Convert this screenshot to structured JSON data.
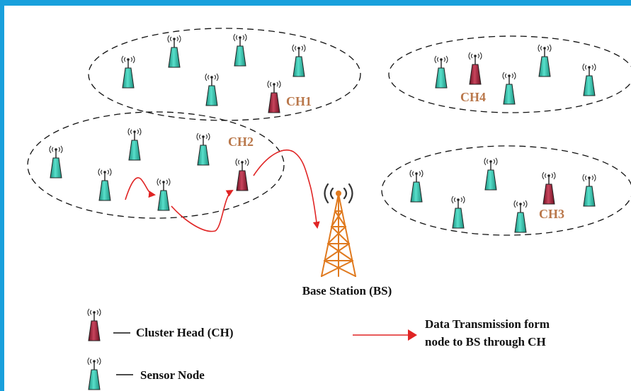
{
  "clusters": [
    {
      "label": "CH1",
      "label_color": "#b9774a"
    },
    {
      "label": "CH2",
      "label_color": "#b9774a"
    },
    {
      "label": "CH3",
      "label_color": "#b9774a"
    },
    {
      "label": "CH4",
      "label_color": "#b9774a"
    }
  ],
  "base_station": {
    "label": "Base Station (BS)",
    "color": "#e07a1f"
  },
  "legend": {
    "cluster_head": "Cluster Head (CH)",
    "sensor_node": "Sensor Node",
    "transmission_line1": "Data Transmission form",
    "transmission_line2": "node to BS through CH"
  },
  "colors": {
    "border": "#19a0dc",
    "sensor_fill": "#2fc4ae",
    "cluster_head_fill": "#a5203a",
    "arrow": "#e02424"
  },
  "icons": {
    "sensor": "sensor-node-icon",
    "cluster_head": "cluster-head-icon",
    "tower": "base-station-tower-icon"
  }
}
